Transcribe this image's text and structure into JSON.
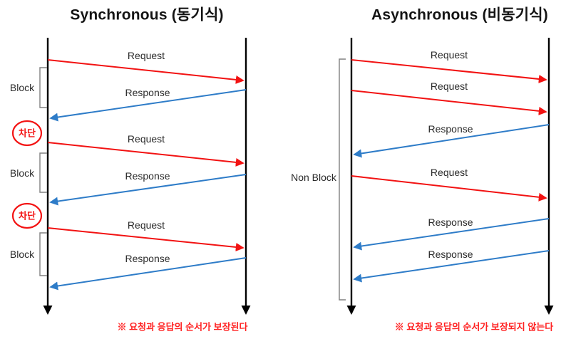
{
  "left_panel": {
    "title": "Synchronous (동기식)",
    "messages": [
      {
        "label": "Request",
        "type": "request"
      },
      {
        "label": "Response",
        "type": "response"
      },
      {
        "label": "Request",
        "type": "request"
      },
      {
        "label": "Response",
        "type": "response"
      },
      {
        "label": "Request",
        "type": "request"
      },
      {
        "label": "Response",
        "type": "response"
      }
    ],
    "block_labels": [
      {
        "label": "Block"
      },
      {
        "label": "Block"
      },
      {
        "label": "Block"
      }
    ],
    "interrupt_labels": [
      {
        "label": "차단"
      },
      {
        "label": "차단"
      }
    ],
    "footnote": "※ 요청과 응답의 순서가 보장된다"
  },
  "right_panel": {
    "title": "Asynchronous (비동기식)",
    "messages": [
      {
        "label": "Request",
        "type": "request"
      },
      {
        "label": "Request",
        "type": "request"
      },
      {
        "label": "Response",
        "type": "response"
      },
      {
        "label": "Request",
        "type": "request"
      },
      {
        "label": "Response",
        "type": "response"
      },
      {
        "label": "Response",
        "type": "response"
      }
    ],
    "non_block_label": "Non Block",
    "footnote": "※ 요청과 응답의 순서가 보장되지 않는다"
  },
  "colors": {
    "request_red": "#f21212",
    "response_blue": "#2e7cc8",
    "timeline_black": "#000000",
    "bracket_gray": "#808080",
    "annotation_red": "#ff2222"
  }
}
